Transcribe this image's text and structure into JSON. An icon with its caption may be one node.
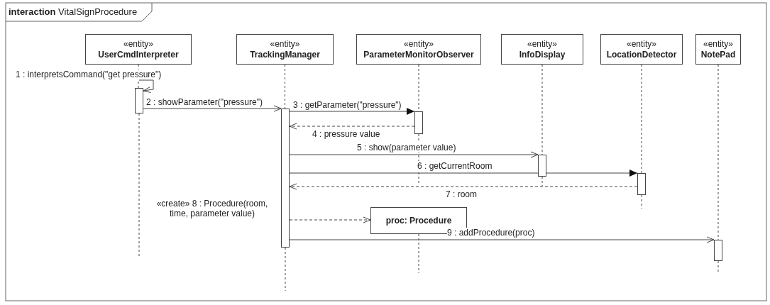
{
  "diagram": {
    "title": "**interaction** VitalSignProcedure",
    "nodes": [
      {
        "text": [
          "«entity»",
          "UserCmdInterpreter"
        ]
      },
      {
        "text": [
          "«entity»",
          "TrackingManager"
        ]
      },
      {
        "text": [
          "«entity»",
          "ParameterMonitorObserver"
        ]
      },
      {
        "text": [
          "«entity»",
          "InfoDisplay"
        ]
      },
      {
        "text": [
          "«entity»",
          "LocationDetector"
        ]
      },
      {
        "text": [
          "«entity»",
          "NotePad"
        ]
      },
      {
        "text": [],
        "shape": "bar"
      },
      {
        "text": [],
        "shape": "bar"
      },
      {
        "text": [],
        "shape": "bar"
      },
      {
        "text": [],
        "shape": "bar"
      },
      {
        "text": [],
        "shape": "bar"
      },
      {
        "text": [
          "proc: Procedure"
        ]
      },
      {
        "text": [],
        "shape": "bar"
      }
    ],
    "edges": [
      {
        "from": null,
        "to": 6,
        "arrow": "to",
        "label": "1 : interpretsCommand(\"get pressure\")"
      },
      {
        "from": 6,
        "to": 7,
        "arrow": "to",
        "label": "2 : showParameter(\"pressure\")"
      },
      {
        "from": 7,
        "to": 8,
        "arrow": "to",
        "label": "3 : getParameter(\"pressure\")"
      },
      {
        "from": 8,
        "to": 7,
        "arrow": "to",
        "label": "4 : pressure value",
        "style": "dashed"
      },
      {
        "from": 7,
        "to": 9,
        "arrow": "to",
        "label": "5 : show(parameter value)"
      },
      {
        "from": 7,
        "to": 10,
        "arrow": "to",
        "label": "6 : getCurrentRoom"
      },
      {
        "from": 10,
        "to": 7,
        "arrow": "to",
        "label": "7 : room",
        "style": "dashed"
      },
      {
        "from": 7,
        "to": 11,
        "arrow": "to",
        "label": "«create» 8 : Procedure(room, time, parameter value)",
        "style": "dashed"
      },
      {
        "from": 7,
        "to": 12,
        "arrow": "to",
        "label": "9 : addProcedure(proc)"
      },
      {
        "from": 0,
        "to": 6,
        "arrow": "none",
        "style": "dashed"
      },
      {
        "from": 6,
        "to": null,
        "arrow": "none",
        "style": "dashed"
      },
      {
        "from": 1,
        "to": 7,
        "arrow": "none",
        "style": "dashed"
      },
      {
        "from": 7,
        "to": null,
        "arrow": "none",
        "style": "dashed"
      },
      {
        "from": 2,
        "to": 8,
        "arrow": "none",
        "style": "dashed"
      },
      {
        "from": 8,
        "to": null,
        "arrow": "none",
        "style": "dashed"
      },
      {
        "from": 3,
        "to": 9,
        "arrow": "none",
        "style": "dashed"
      },
      {
        "from": 9,
        "to": null,
        "arrow": "none",
        "style": "dashed"
      },
      {
        "from": 4,
        "to": 10,
        "arrow": "none",
        "style": "dashed"
      },
      {
        "from": 10,
        "to": null,
        "arrow": "none",
        "style": "dashed"
      },
      {
        "from": 5,
        "to": 12,
        "arrow": "none",
        "style": "dashed"
      },
      {
        "from": 12,
        "to": null,
        "arrow": "none",
        "style": "dashed"
      },
      {
        "from": 11,
        "to": null,
        "arrow": "none",
        "style": "dashed"
      }
    ]
  }
}
